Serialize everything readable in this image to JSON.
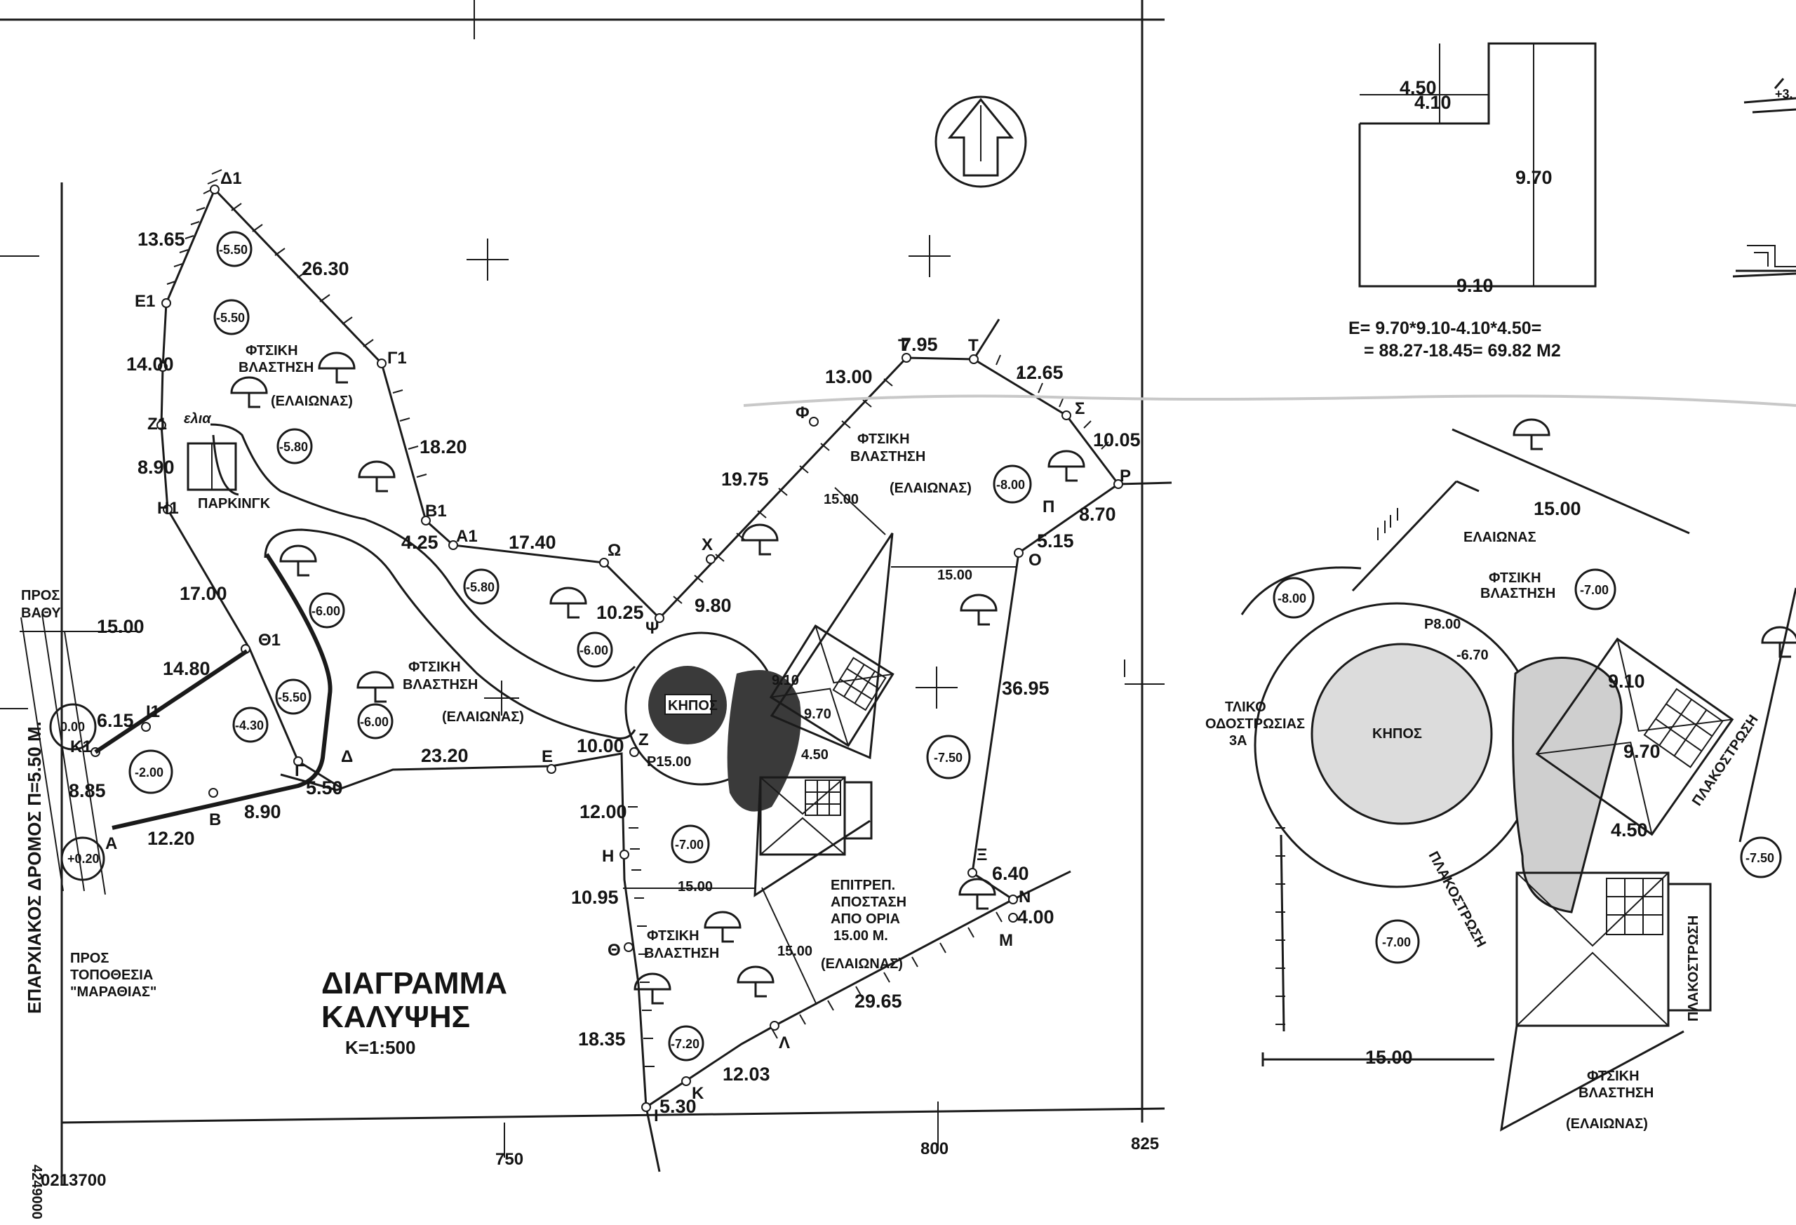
{
  "main_plan": {
    "title": "ΔΙΑΓΡΑΜΜΑ",
    "title_line2": "ΚΑΛΥΨΗΣ",
    "scale": "K=1:500",
    "parking_label": "ΠΑΡΚΙΝΓΚ",
    "garden_label": "ΚΗΠΟΣ",
    "olive_note": "ελια",
    "road_label": "ΕΠΑΡΧΙΑΚΟΣ ΔΡΟΜΟΣ Π=5.50 Μ.",
    "towards_top": [
      "ΠΡΟΣ",
      "ΒΑΘΥ"
    ],
    "towards_bottom": [
      "ΠΡΟΣ",
      "ΤΟΠΟΘΕΣΙΑ",
      "\"ΜΑΡΑΘΙΑΣ\""
    ],
    "setback_note": [
      "ΕΠΙΤΡΕΠ.",
      "ΑΠΟΣΤΑΣΗ",
      "ΑΠΟ ΟΡΙΑ",
      "15.00 Μ.",
      "(ΕΛΑΙΩΝΑΣ)"
    ],
    "vegetation_zones": [
      {
        "line1": "ΦΤΣΙΚΗ",
        "line2": "ΒΛΑΣΤΗΣΗ",
        "line3": "(ΕΛΑΙΩΝΑΣ)"
      },
      {
        "line1": "ΦΤΣΙΚΗ",
        "line2": "ΒΛΑΣΤΗΣΗ",
        "line3": "(ΕΛΑΙΩΝΑΣ)"
      },
      {
        "line1": "ΦΤΣΙΚΗ",
        "line2": "ΒΛΑΣΤΗΣΗ",
        "line3": "(ΕΛΑΙΩΝΑΣ)"
      },
      {
        "line1": "ΦΤΣΙΚΗ",
        "line2": "ΒΛΑΣΤΗΣΗ",
        "line3": ""
      }
    ],
    "points": [
      "Δ1",
      "Ε1",
      "Ζ1",
      "Η1",
      "Γ1",
      "Β1",
      "Α1",
      "Ω",
      "Ψ",
      "Χ",
      "Φ",
      "Τ",
      "Τ",
      "Σ",
      "Ρ",
      "Π",
      "Ο",
      "Ξ",
      "Ν",
      "Μ",
      "Λ",
      "Κ",
      "Ι",
      "Θ",
      "Η",
      "Ζ",
      "Ε",
      "Δ",
      "Γ",
      "Β",
      "Α",
      "Κ1",
      "Ι1",
      "Θ1"
    ],
    "segments": [
      "13.65",
      "26.30",
      "14.00",
      "18.20",
      "8.90",
      "4.25",
      "17.40",
      "10.25",
      "9.80",
      "19.75",
      "13.00",
      "7.95",
      "12.65",
      "10.05",
      "8.70",
      "5.15",
      "36.95",
      "6.40",
      "4.00",
      "29.65",
      "12.03",
      "5.30",
      "18.35",
      "10.95",
      "12.00",
      "10.00",
      "23.20",
      "5.50",
      "8.90",
      "12.20",
      "8.85",
      "6.15",
      "14.80",
      "17.00",
      "15.00",
      "15.00",
      "15.00",
      "15.00",
      "15.00",
      "9.10",
      "9.70",
      "4.50",
      "P15.00"
    ],
    "elevations": [
      "-5.50",
      "-5.50",
      "-5.80",
      "-6.00",
      "-5.80",
      "-6.00",
      "-6.00",
      "-5.50",
      "-4.30",
      "-2.00",
      "0.00",
      "+0.20",
      "-8.00",
      "-7.50",
      "-7.00",
      "-7.20"
    ],
    "grid_labels": [
      "750",
      "800",
      "825",
      "0213700",
      "4249000"
    ]
  },
  "area_calc": {
    "dims": [
      "4.10",
      "4.50",
      "9.70",
      "9.10"
    ],
    "line1": "E= 9.70*9.10-4.10*4.50=",
    "line2": "= 88.27-18.45= 69.82 M2"
  },
  "detail": {
    "olive_label": "ΕΛΑΙΩΝΑΣ",
    "veg_line1": "ΦΤΣΙΚΗ",
    "veg_line2": "ΒΛΑΣΤΗΣΗ",
    "veg_bottom": [
      "ΦΤΣΙΚΗ",
      "ΒΛΑΣΤΗΣΗ",
      "(ΕΛΑΙΩΝΑΣ)"
    ],
    "garden_label": "ΚΗΠΟΣ",
    "road_finish": [
      "ΤΛΙΚΟ",
      "ΟΔΟΣΤΡΩΣΙΑΣ",
      "3Α"
    ],
    "paving": "ΠΛΑΚΟΣΤΡΩΣΗ",
    "dims": [
      "15.00",
      "P8.00",
      "-6.70",
      "9.10",
      "9.70",
      "4.50",
      "15.00"
    ],
    "elevations": [
      "-8.00",
      "-7.00",
      "-7.50",
      "-7.00"
    ],
    "corner_note": "+3."
  }
}
